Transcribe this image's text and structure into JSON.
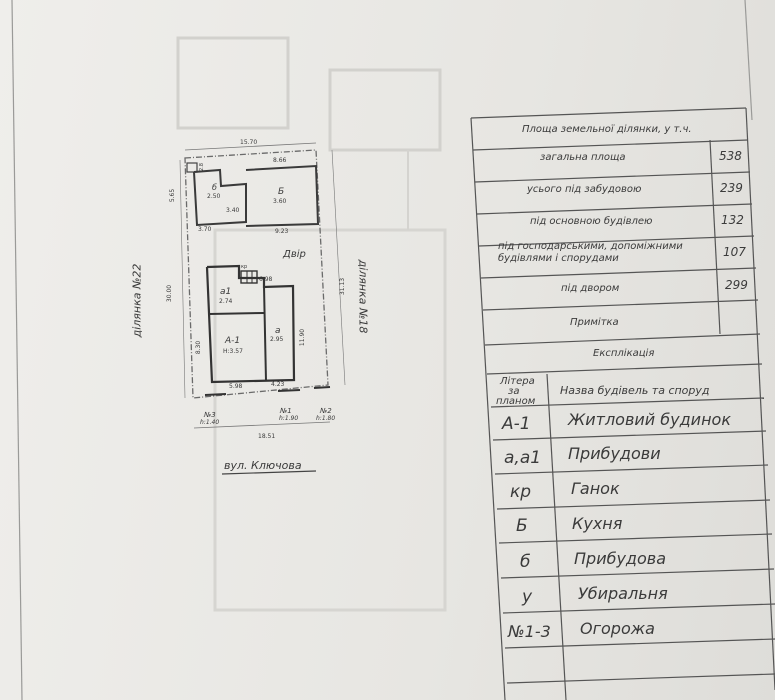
{
  "plan": {
    "street": "вул. Ключова",
    "left_neighbor": "ділянка №22",
    "right_neighbor": "ділянка №18",
    "yard": "Двір",
    "dims": {
      "top": "15.70",
      "top_right": "8.66",
      "small_left": "5.65",
      "small_top": "2.8",
      "delta": "3.40",
      "mid_left": "3.70",
      "mid_right": "9.23",
      "left_side": "30.00",
      "right_side": "31.13",
      "kr": "6.98",
      "inner_left": "8.30",
      "inner_right": "11.90",
      "bottom_left": "5.98",
      "bottom_mid": "4.23",
      "bottom_total": "18.51"
    },
    "buildings": {
      "delta_name": "б",
      "delta_h": "2.50",
      "b_name": "Б",
      "b_h": "3.60",
      "a1_name": "а1",
      "a1_h": "2.74",
      "kr_name": "кр",
      "a_name": "А-1",
      "a_h": "Н:3.57",
      "a_small_name": "а",
      "a_small_h": "2.95"
    },
    "gates": {
      "g3": "№3",
      "g3_h": "h:1.40",
      "g1": "№1",
      "g1_h": "h:1.90",
      "g2": "№2",
      "g2_h": "h:1.80"
    }
  },
  "land_table": {
    "header": "Площа земельної ділянки, у т.ч.",
    "rows": [
      {
        "label": "загальна площа",
        "value": "538"
      },
      {
        "label": "усього під забудовою",
        "value": "239"
      },
      {
        "label": "під основною будівлею",
        "value": "132"
      },
      {
        "label1": "під господарськими, допоміжними",
        "label2": "будівлями і спорудами",
        "value": "107"
      },
      {
        "label": "під двором",
        "value": "299"
      },
      {
        "label": "Примітка",
        "value": ""
      }
    ],
    "explication": "Експлікація",
    "col_letter_1": "Літера",
    "col_letter_2": "за",
    "col_letter_3": "планом",
    "col_name": "Назва будівель та споруд",
    "items": [
      {
        "letter": "А-1",
        "name": "Житловий будинок"
      },
      {
        "letter": "а,а1",
        "name": "Прибудови"
      },
      {
        "letter": "кр",
        "name": "Ганок"
      },
      {
        "letter": "Б",
        "name": "Кухня"
      },
      {
        "letter": "б",
        "name": "Прибудова"
      },
      {
        "letter": "у",
        "name": "Убиральня"
      },
      {
        "letter": "№1-3",
        "name": "Огорожа"
      }
    ]
  }
}
